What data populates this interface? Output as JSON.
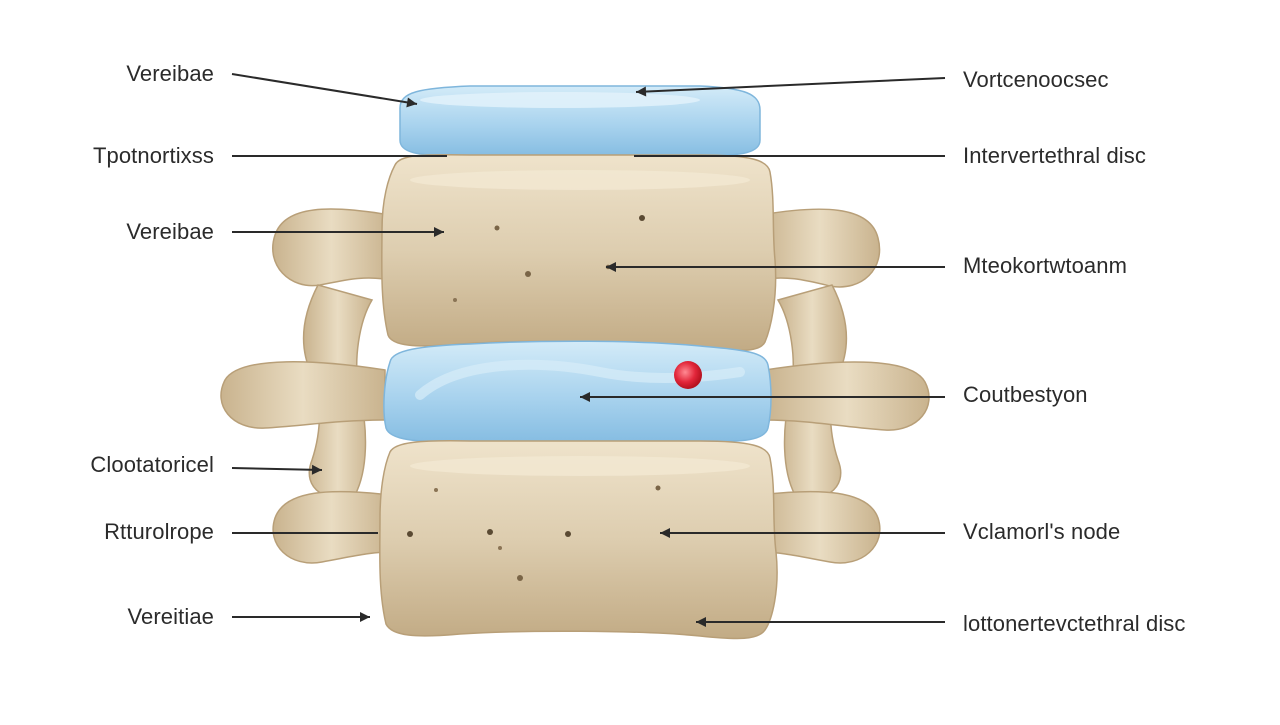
{
  "labels": {
    "left": [
      "Vereibae",
      "Tpotnortixss",
      "Vereibae",
      "Clootatoricel",
      "Rtturolrope",
      "Vereitiae"
    ],
    "right": [
      "Vortcenoocsec",
      "Intervertethral disc",
      "Mteokortwtoanm",
      "Coutbestyon",
      "Vclamorl's node",
      "lottonertevctethral disc"
    ]
  },
  "colors": {
    "bone": "#ddcdaf",
    "bone_shadow": "#b89f78",
    "bone_highlight": "#f2e8d2",
    "disc": "#a9d3ee",
    "disc_highlight": "#d7ecf8",
    "disc_shadow": "#7fb6dc",
    "lesion": "#e2263a",
    "leader_line": "#2a2a2a",
    "text": "#2b2b2b"
  }
}
